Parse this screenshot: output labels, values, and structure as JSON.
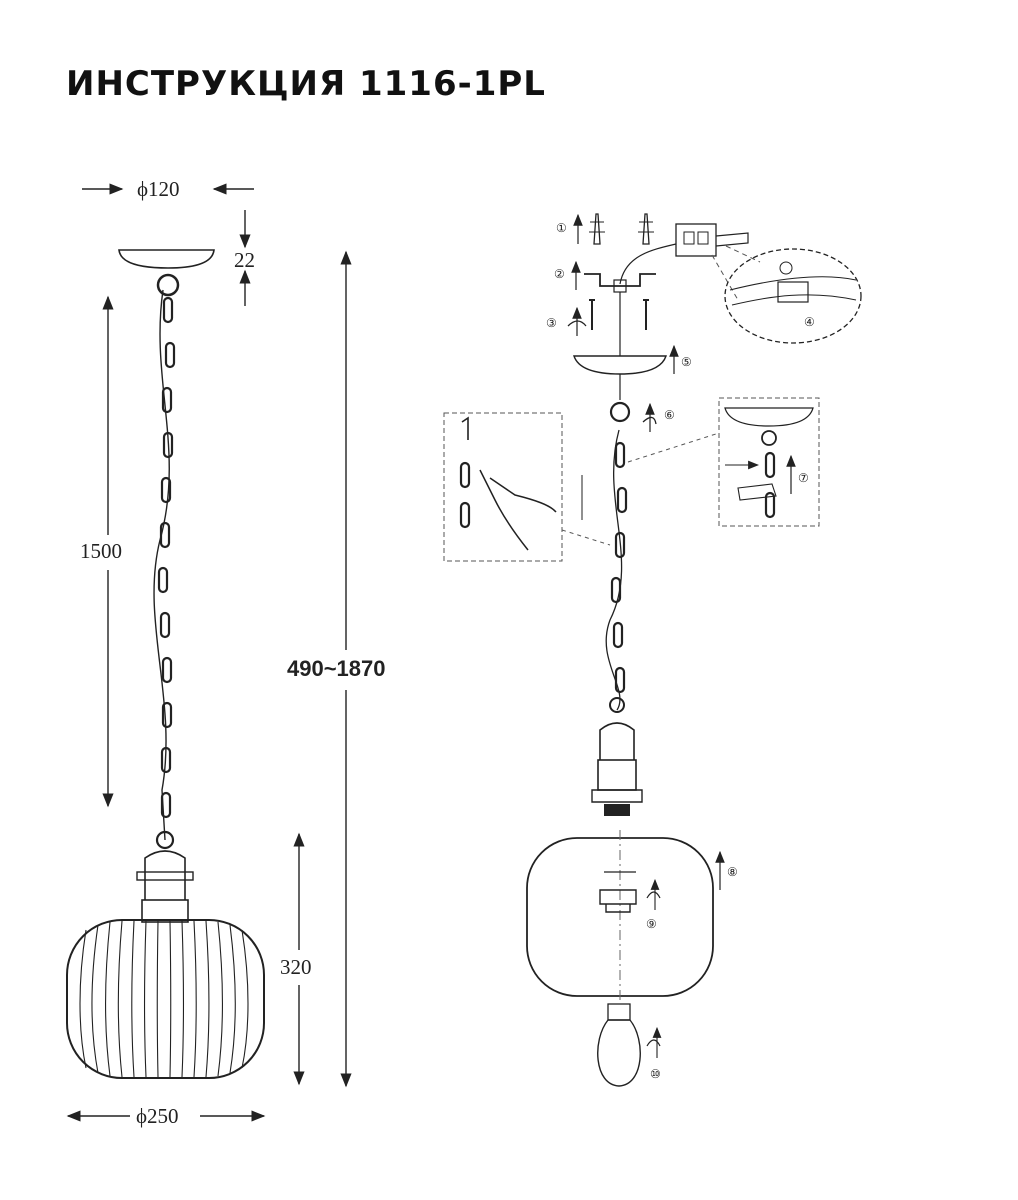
{
  "title": "ИНСТРУКЦИЯ 1116-1PL",
  "dimensions": {
    "canopy_diameter": "ϕ120",
    "canopy_height": "22",
    "chain_length": "1500",
    "total_height": "490~1870",
    "shade_height": "320",
    "shade_diameter": "ϕ250"
  },
  "steps": [
    "①",
    "②",
    "③",
    "④",
    "⑤",
    "⑥",
    "⑦",
    "⑧",
    "⑨",
    "⑩"
  ]
}
